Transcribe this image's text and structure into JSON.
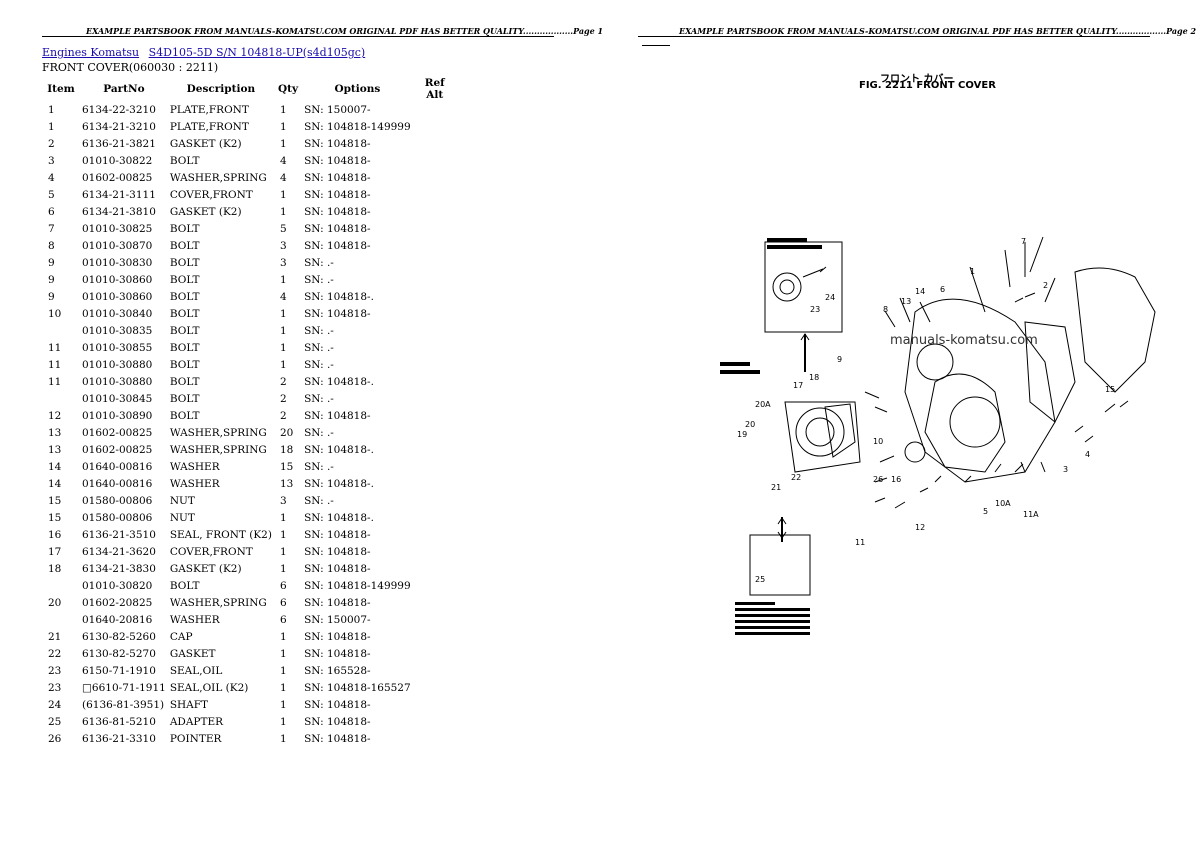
{
  "header": {
    "left": "EXAMPLE PARTSBOOK FROM MANUALS-KOMATSU.COM ORIGINAL PDF HAS BETTER QUALITY..................Page 1",
    "right": "EXAMPLE PARTSBOOK FROM MANUALS-KOMATSU.COM ORIGINAL PDF HAS BETTER QUALITY..................Page 2"
  },
  "breadcrumb": {
    "link1": "Engines Komatsu",
    "link2": "S4D105-5D S/N 104818-UP(s4d105gc)"
  },
  "section_title": "FRONT COVER(060030 : 2211)",
  "table": {
    "headers": [
      "Item",
      "PartNo",
      "Description",
      "Qty",
      "Options",
      "Ref Alt"
    ],
    "rows": [
      [
        "1",
        "6134-22-3210",
        "PLATE,FRONT",
        "1",
        "SN: 150007-"
      ],
      [
        "1",
        "6134-21-3210",
        "PLATE,FRONT",
        "1",
        "SN: 104818-149999"
      ],
      [
        "2",
        "6136-21-3821",
        "GASKET (K2)",
        "1",
        "SN: 104818-"
      ],
      [
        "3",
        "01010-30822",
        "BOLT",
        "4",
        "SN: 104818-"
      ],
      [
        "4",
        "01602-00825",
        "WASHER,SPRING",
        "4",
        "SN: 104818-"
      ],
      [
        "5",
        "6134-21-3111",
        "COVER,FRONT",
        "1",
        "SN: 104818-"
      ],
      [
        "6",
        "6134-21-3810",
        "GASKET (K2)",
        "1",
        "SN: 104818-"
      ],
      [
        "7",
        "01010-30825",
        "BOLT",
        "5",
        "SN: 104818-"
      ],
      [
        "8",
        "01010-30870",
        "BOLT",
        "3",
        "SN: 104818-"
      ],
      [
        "9",
        "01010-30830",
        "BOLT",
        "3",
        "SN: .-"
      ],
      [
        "9",
        "01010-30860",
        "BOLT",
        "1",
        "SN: .-"
      ],
      [
        "9",
        "01010-30860",
        "BOLT",
        "4",
        "SN: 104818-."
      ],
      [
        "10",
        "01010-30840",
        "BOLT",
        "1",
        "SN: 104818-"
      ],
      [
        "",
        "01010-30835",
        "BOLT",
        "1",
        "SN: .-"
      ],
      [
        "11",
        "01010-30855",
        "BOLT",
        "1",
        "SN: .-"
      ],
      [
        "11",
        "01010-30880",
        "BOLT",
        "1",
        "SN: .-"
      ],
      [
        "11",
        "01010-30880",
        "BOLT",
        "2",
        "SN: 104818-."
      ],
      [
        "",
        "01010-30845",
        "BOLT",
        "2",
        "SN: .-"
      ],
      [
        "12",
        "01010-30890",
        "BOLT",
        "2",
        "SN: 104818-"
      ],
      [
        "13",
        "01602-00825",
        "WASHER,SPRING",
        "20",
        "SN: .-"
      ],
      [
        "13",
        "01602-00825",
        "WASHER,SPRING",
        "18",
        "SN: 104818-."
      ],
      [
        "14",
        "01640-00816",
        "WASHER",
        "15",
        "SN: .-"
      ],
      [
        "14",
        "01640-00816",
        "WASHER",
        "13",
        "SN: 104818-."
      ],
      [
        "15",
        "01580-00806",
        "NUT",
        "3",
        "SN: .-"
      ],
      [
        "15",
        "01580-00806",
        "NUT",
        "1",
        "SN: 104818-."
      ],
      [
        "16",
        "6136-21-3510",
        "SEAL, FRONT (K2)",
        "1",
        "SN: 104818-"
      ],
      [
        "17",
        "6134-21-3620",
        "COVER,FRONT",
        "1",
        "SN: 104818-"
      ],
      [
        "18",
        "6134-21-3830",
        "GASKET (K2)",
        "1",
        "SN: 104818-"
      ],
      [
        "",
        "01010-30820",
        "BOLT",
        "6",
        "SN: 104818-149999"
      ],
      [
        "20",
        "01602-20825",
        "WASHER,SPRING",
        "6",
        "SN: 104818-"
      ],
      [
        "",
        "01640-20816",
        "WASHER",
        "6",
        "SN: 150007-"
      ],
      [
        "21",
        "6130-82-5260",
        "CAP",
        "1",
        "SN: 104818-"
      ],
      [
        "22",
        "6130-82-5270",
        "GASKET",
        "1",
        "SN: 104818-"
      ],
      [
        "23",
        "6150-71-1910",
        "SEAL,OIL",
        "1",
        "SN: 165528-"
      ],
      [
        "23",
        "□6610-71-1911",
        "SEAL,OIL (K2)",
        "1",
        "SN: 104818-165527"
      ],
      [
        "24",
        "(6136-81-3951)",
        "SHAFT",
        "1",
        "SN: 104818-"
      ],
      [
        "25",
        "6136-81-5210",
        "ADAPTER",
        "1",
        "SN: 104818-"
      ],
      [
        "26",
        "6136-21-3310",
        "POINTER",
        "1",
        "SN: 104818-"
      ]
    ]
  },
  "figure": {
    "japanese_title": "フロント カバー",
    "title": "FIG. 2211   FRONT  COVER",
    "watermark": "manuals-komatsu.com",
    "callouts": [
      "1",
      "2",
      "3",
      "4",
      "5",
      "6",
      "7",
      "8",
      "9",
      "10",
      "10A",
      "11",
      "11A",
      "12",
      "13",
      "14",
      "15",
      "16",
      "17",
      "18",
      "19",
      "20",
      "20A",
      "21",
      "22",
      "23",
      "24",
      "25",
      "26"
    ]
  }
}
